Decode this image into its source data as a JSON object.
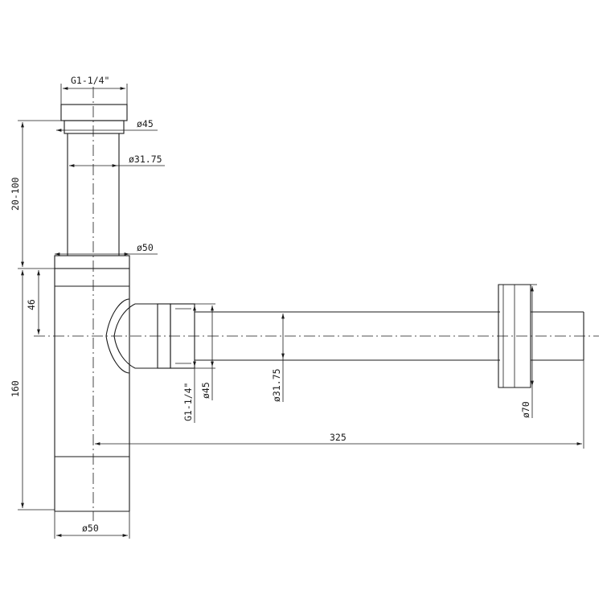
{
  "labels": {
    "top_thread": "G1-1/4\"",
    "top_d45": "ø45",
    "top_d3175": "ø31.75",
    "body_d50_top": "ø50",
    "height_range": "20-100",
    "height_46": "46",
    "height_160": "160",
    "outlet_thread": "G1-1/4\"",
    "outlet_d45": "ø45",
    "pipe_d3175": "ø31.75",
    "flange_d70": "ø70",
    "length_325": "325",
    "body_d50_bottom": "ø50"
  },
  "colors": {
    "line": "#1a1a1a",
    "background": "#ffffff"
  }
}
